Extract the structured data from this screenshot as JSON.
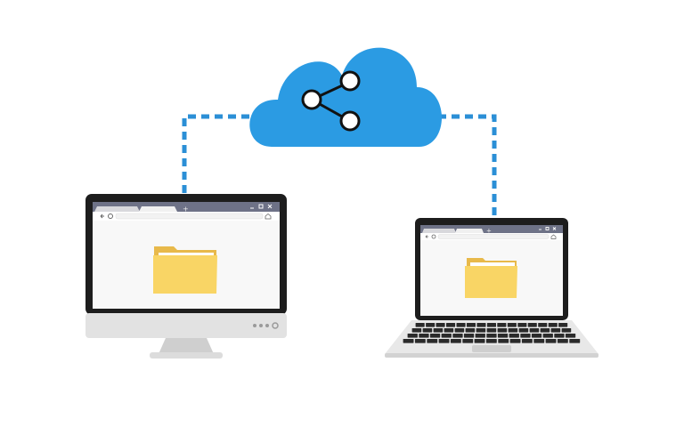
{
  "scene": {
    "cloud": {
      "icon": "share-icon"
    },
    "desktop": {
      "browser": {
        "tabs_count": 2,
        "new_tab_symbol": "+",
        "window_controls": [
          "minimize",
          "maximize",
          "close"
        ],
        "content_icon": "folder-icon"
      }
    },
    "laptop": {
      "browser": {
        "tabs_count": 2,
        "new_tab_symbol": "+",
        "window_controls": [
          "minimize",
          "maximize",
          "close"
        ],
        "content_icon": "folder-icon"
      }
    },
    "colors": {
      "cloud": "#2b9be3",
      "connector": "#2b8fd6",
      "folder": "#f9d565",
      "folder_back": "#e8b94a",
      "bezel": "#1d1d1d",
      "titlebar": "#6e7287",
      "stand": "#d9d9d9"
    }
  }
}
